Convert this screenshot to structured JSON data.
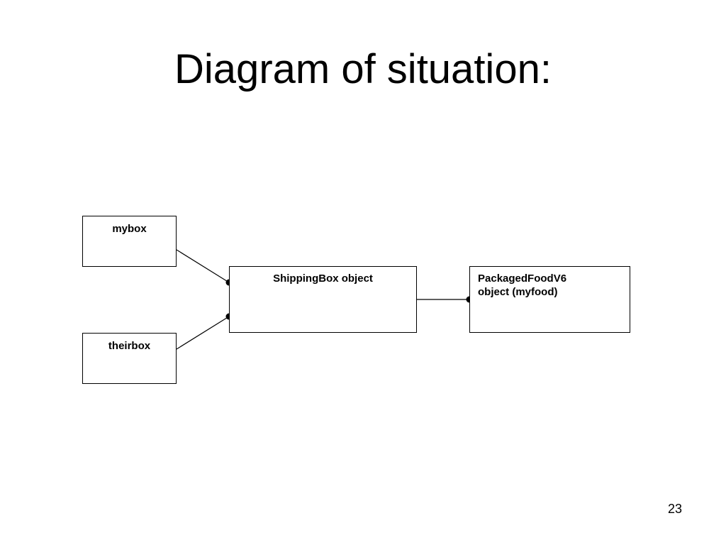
{
  "slide": {
    "title": "Diagram of situation:",
    "page_number": "23"
  },
  "diagram": {
    "boxes": {
      "mybox": "mybox",
      "theirbox": "theirbox",
      "shipping_box": "ShippingBox object",
      "packaged_food_line1": "PackagedFoodV6",
      "packaged_food_line2": "object (myfood)"
    },
    "connections": [
      {
        "from": "mybox",
        "to": "ShippingBox object"
      },
      {
        "from": "theirbox",
        "to": "ShippingBox object"
      },
      {
        "from": "ShippingBox object",
        "to": "PackagedFoodV6 object (myfood)"
      }
    ]
  }
}
